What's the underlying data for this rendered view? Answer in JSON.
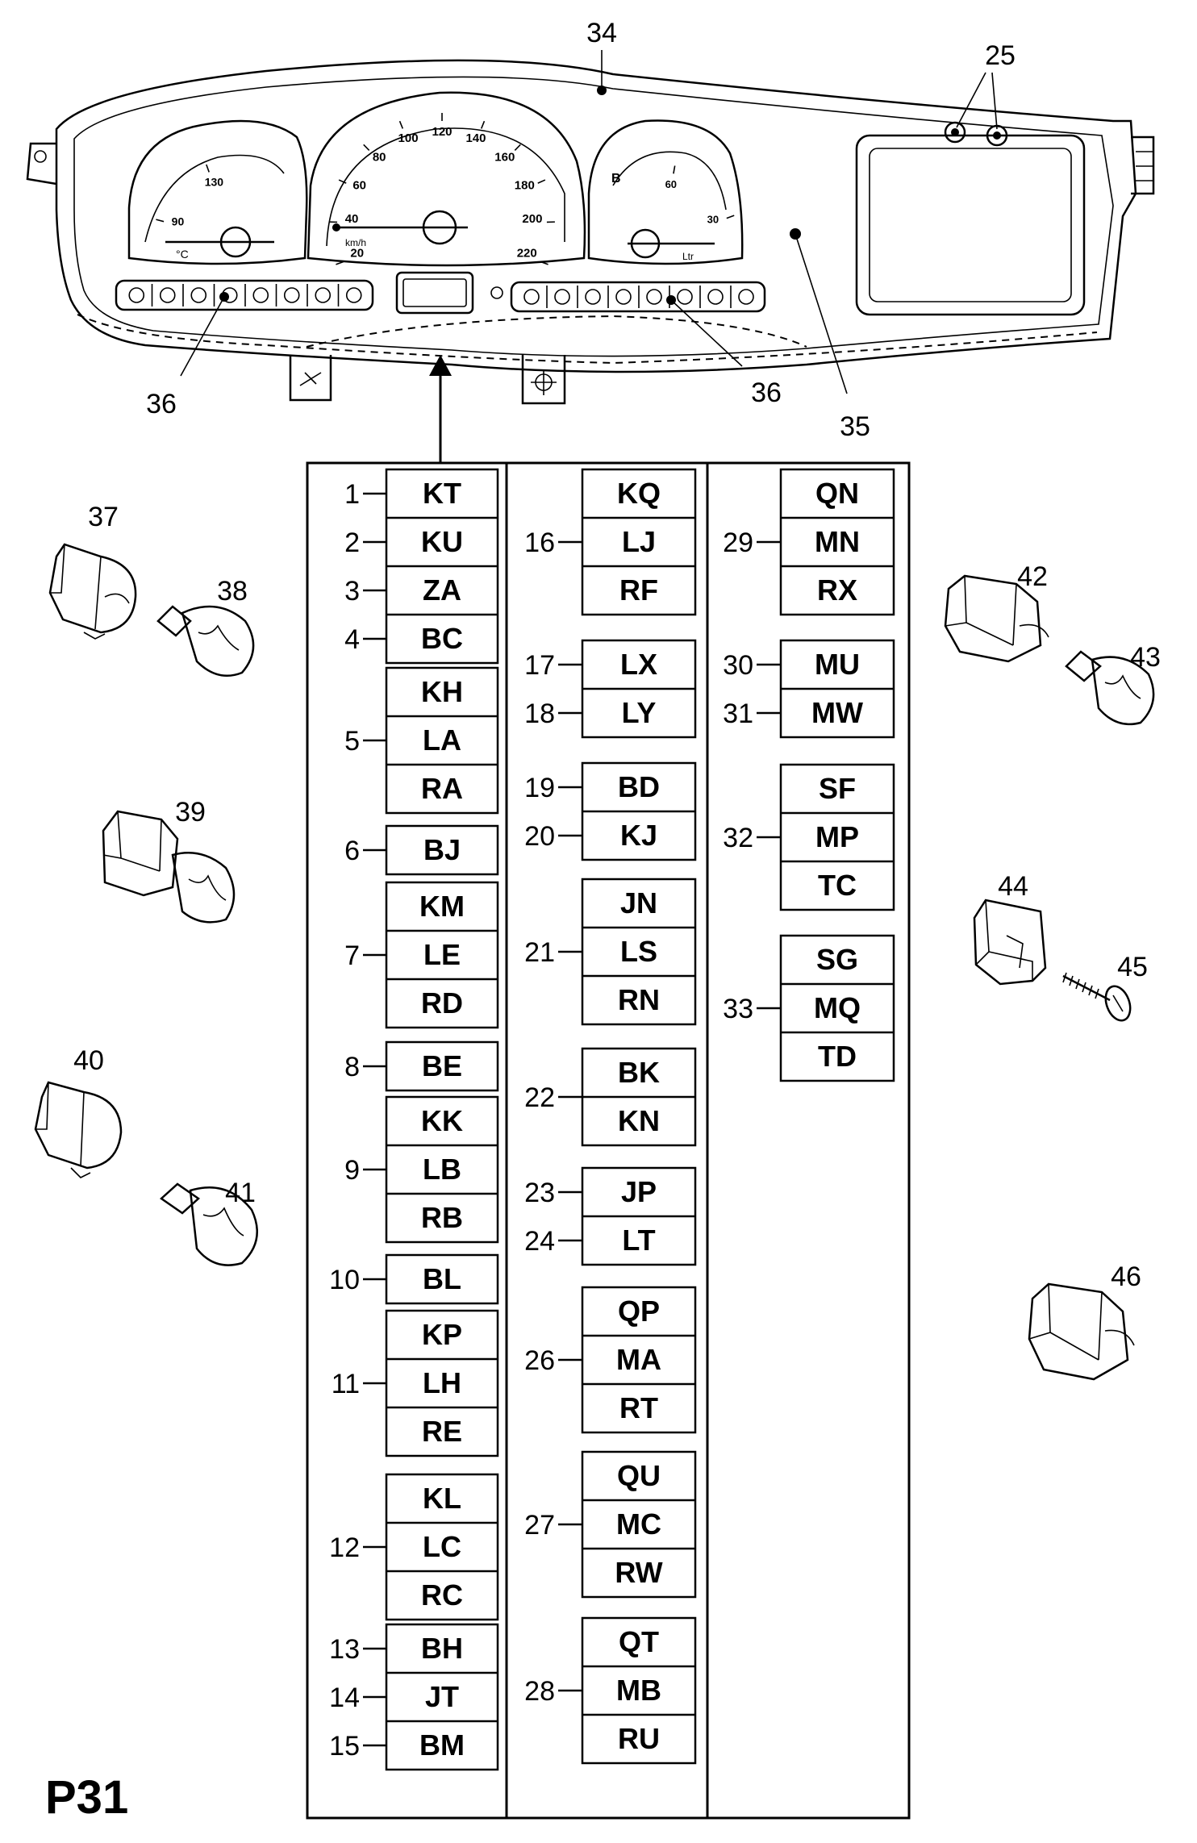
{
  "page_label": "P31",
  "cluster": {
    "callouts": [
      "34",
      "25",
      "36",
      "36",
      "35"
    ],
    "speedo_ticks": [
      "20",
      "40",
      "60",
      "80",
      "100",
      "120",
      "140",
      "160",
      "180",
      "200",
      "220"
    ],
    "speedo_unit": "km/h",
    "temp_ticks": [
      "90",
      "130"
    ],
    "temp_unit": "°C",
    "fuel_ticks": [
      "30",
      "60"
    ],
    "fuel_unit": "Ltr",
    "fuel_letter": "B"
  },
  "bulbs": [
    "37",
    "38",
    "39",
    "40",
    "41",
    "42",
    "43",
    "44",
    "45",
    "46"
  ],
  "columns": [
    {
      "groups": [
        {
          "labels": [
            "1",
            "2",
            "3",
            "4"
          ],
          "codes": [
            "KT",
            "KU",
            "ZA",
            "BC"
          ],
          "single": true
        },
        {
          "labels": [
            "5"
          ],
          "codes": [
            "KH",
            "LA",
            "RA"
          ]
        },
        {
          "labels": [
            "6"
          ],
          "codes": [
            "BJ"
          ]
        },
        {
          "labels": [
            "7"
          ],
          "codes": [
            "KM",
            "LE",
            "RD"
          ]
        },
        {
          "labels": [
            "8"
          ],
          "codes": [
            "BE"
          ]
        },
        {
          "labels": [
            "9"
          ],
          "codes": [
            "KK",
            "LB",
            "RB"
          ]
        },
        {
          "labels": [
            "10"
          ],
          "codes": [
            "BL"
          ]
        },
        {
          "labels": [
            "11"
          ],
          "codes": [
            "KP",
            "LH",
            "RE"
          ]
        },
        {
          "labels": [
            "12"
          ],
          "codes": [
            "KL",
            "LC",
            "RC"
          ]
        },
        {
          "labels": [
            "13",
            "14",
            "15"
          ],
          "codes": [
            "BH",
            "JT",
            "BM"
          ],
          "single": true
        }
      ]
    },
    {
      "groups": [
        {
          "labels": [
            "16"
          ],
          "codes": [
            "KQ",
            "LJ",
            "RF"
          ]
        },
        {
          "labels": [
            "17",
            "18"
          ],
          "codes": [
            "LX",
            "LY"
          ],
          "single": true
        },
        {
          "labels": [
            "19",
            "20"
          ],
          "codes": [
            "BD",
            "KJ"
          ],
          "single": true
        },
        {
          "labels": [
            "21"
          ],
          "codes": [
            "JN",
            "LS",
            "RN"
          ]
        },
        {
          "labels": [
            "22"
          ],
          "codes": [
            "BK",
            "KN"
          ]
        },
        {
          "labels": [
            "23",
            "24"
          ],
          "codes": [
            "JP",
            "LT"
          ],
          "single": true
        },
        {
          "labels": [
            "26"
          ],
          "codes": [
            "QP",
            "MA",
            "RT"
          ]
        },
        {
          "labels": [
            "27"
          ],
          "codes": [
            "QU",
            "MC",
            "RW"
          ]
        },
        {
          "labels": [
            "28"
          ],
          "codes": [
            "QT",
            "MB",
            "RU"
          ]
        }
      ]
    },
    {
      "groups": [
        {
          "labels": [
            "29"
          ],
          "codes": [
            "QN",
            "MN",
            "RX"
          ]
        },
        {
          "labels": [
            "30",
            "31"
          ],
          "codes": [
            "MU",
            "MW"
          ],
          "single": true
        },
        {
          "labels": [
            "32"
          ],
          "codes": [
            "SF",
            "MP",
            "TC"
          ]
        },
        {
          "labels": [
            "33"
          ],
          "codes": [
            "SG",
            "MQ",
            "TD"
          ]
        }
      ]
    }
  ]
}
